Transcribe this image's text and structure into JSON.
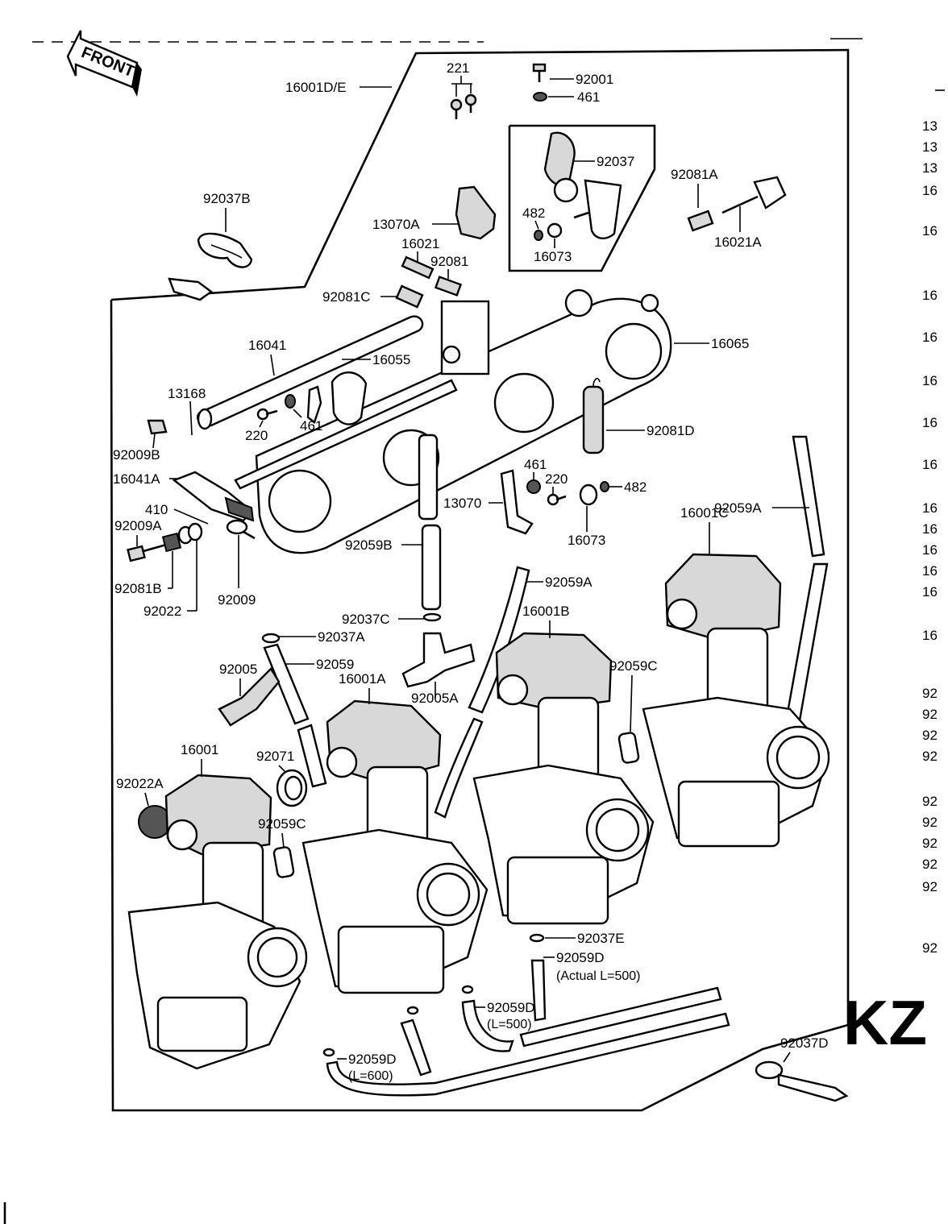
{
  "diagram": {
    "front_label": "FRONT",
    "model_partial": "KZ",
    "edge_numbers": [
      "13",
      "13",
      "13",
      "16",
      "16",
      "16",
      "16",
      "16",
      "16",
      "16",
      "16",
      "16",
      "16",
      "16",
      "16",
      "16",
      "92",
      "92",
      "92",
      "92",
      "92",
      "92",
      "92",
      "92",
      "92",
      "92"
    ],
    "parts": {
      "p16001DE": "16001D/E",
      "p221": "221",
      "p92001": "92001",
      "p461_top": "461",
      "p92037": "92037",
      "p482_top": "482",
      "p16073_top": "16073",
      "p92081A": "92081A",
      "p16021A": "16021A",
      "p92037B": "92037B",
      "p13070A": "13070A",
      "p16021": "16021",
      "p92081": "92081",
      "p92081C": "92081C",
      "p16065": "16065",
      "p16041": "16041",
      "p16055": "16055",
      "p13168": "13168",
      "p461_mid": "461",
      "p220_mid": "220",
      "p92081D": "92081D",
      "p92009B": "92009B",
      "p16041A": "16041A",
      "p410": "410",
      "p92009A": "92009A",
      "p92081B": "92081B",
      "p92022": "92022",
      "p92009": "92009",
      "p461_low": "461",
      "p220_low": "220",
      "p482_low": "482",
      "p13070": "13070",
      "p16073_low": "16073",
      "p92059A_right": "92059A",
      "p16001C": "16001C",
      "p92059B": "92059B",
      "p92059A_mid": "92059A",
      "p16001B": "16001B",
      "p92037C": "92037C",
      "p92037A": "92037A",
      "p92005": "92005",
      "p92059": "92059",
      "p16001A": "16001A",
      "p92005A": "92005A",
      "p92059C_right": "92059C",
      "p16001": "16001",
      "p92071": "92071",
      "p92022A": "92022A",
      "p92059C_left": "92059C",
      "p92037E": "92037E",
      "p92059D_a": "92059D",
      "p92059D_a_note": "(Actual L=500)",
      "p92059D_b": "92059D",
      "p92059D_b_note": "(L=500)",
      "p92059D_c": "92059D",
      "p92059D_c_note": "(L=600)",
      "p92037D": "92037D"
    }
  }
}
